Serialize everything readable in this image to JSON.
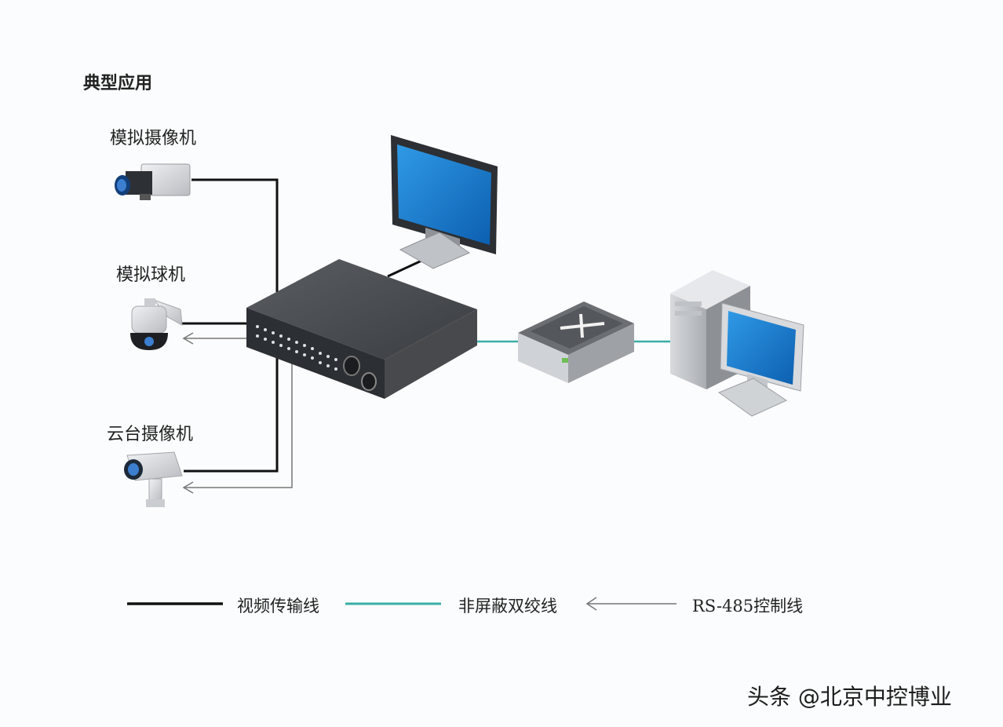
{
  "title": "典型应用",
  "cameras": {
    "analog_camera": "模拟摄像机",
    "analog_dome": "模拟球机",
    "ptz_camera": "云台摄像机"
  },
  "legend": {
    "video_line": "视频传输线",
    "utp_line": "非屏蔽双绞线",
    "rs485_line": "RS-485控制线"
  },
  "colors": {
    "video_line": "#111111",
    "utp_line": "#3aaea8",
    "rs485_line": "#777777",
    "screen": "#1e86d6"
  },
  "watermark": "头条 @北京中控博业"
}
